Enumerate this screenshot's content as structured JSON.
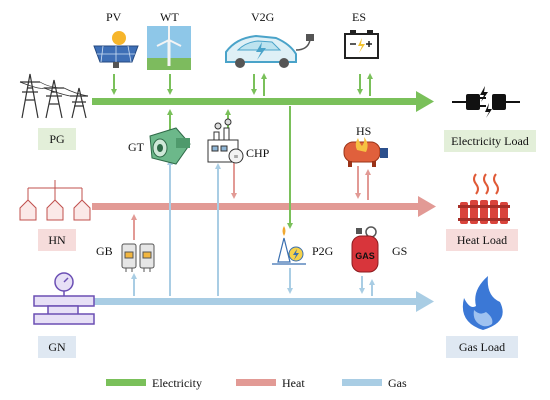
{
  "colors": {
    "electricity": "#7ac05a",
    "heat": "#e29a95",
    "gas": "#a9cde4"
  },
  "labels": {
    "pv": "PV",
    "wt": "WT",
    "v2g": "V2G",
    "es": "ES",
    "pg": "PG",
    "gt": "GT",
    "chp": "CHP",
    "hs": "HS",
    "hn": "HN",
    "gb": "GB",
    "p2g": "P2G",
    "gs": "GS",
    "gn": "GN"
  },
  "loads": {
    "electricity": "Electricity Load",
    "heat": "Heat Load",
    "gas": "Gas Load"
  },
  "legend": [
    {
      "label": "Electricity",
      "color": "#7ac05a"
    },
    {
      "label": "Heat",
      "color": "#e29a95"
    },
    {
      "label": "Gas",
      "color": "#a9cde4"
    }
  ],
  "icons": {
    "pv": "solar-panel-icon",
    "wt": "wind-turbine-icon",
    "v2g": "electric-car-icon",
    "es": "battery-icon",
    "pg": "power-tower-icon",
    "electricity_load": "plug-icon",
    "gt": "gas-turbine-icon",
    "chp": "chp-plant-icon",
    "hs": "heat-storage-tank-icon",
    "hn": "heating-network-icon",
    "heat_load": "radiator-icon",
    "gb": "gas-boiler-icon",
    "p2g": "power-to-gas-icon",
    "gs": "gas-cylinder-icon",
    "gn": "gas-pipeline-icon",
    "gas_load": "flame-icon"
  },
  "gs_cylinder_text": "GAS"
}
